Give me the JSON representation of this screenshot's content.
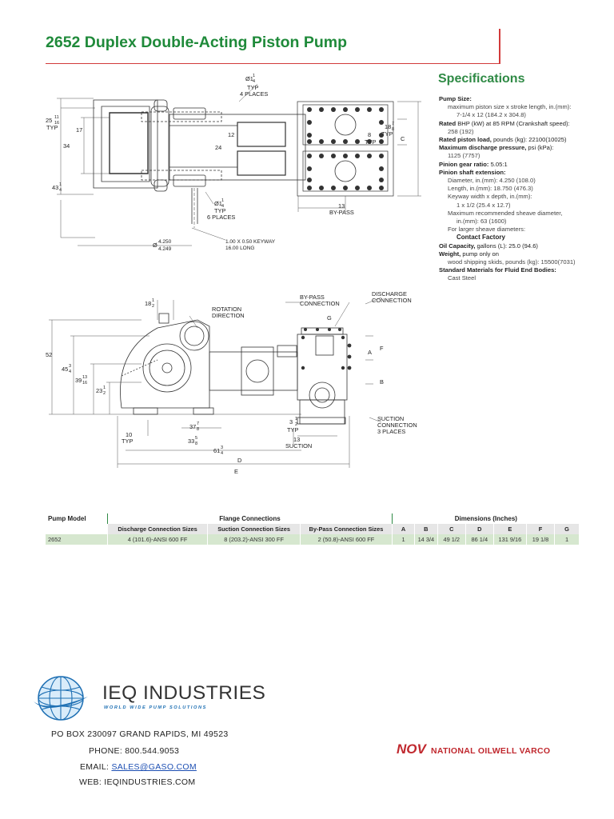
{
  "title": "2652 Duplex Double-Acting Piston Pump",
  "colors": {
    "title_green": "#1f8a3a",
    "rule_red": "#d23a3a",
    "row_green": "#d6e7cf",
    "nov_red": "#c0282e",
    "logo_blue": "#1d6fb3"
  },
  "specifications": {
    "heading": "Specifications",
    "pump_size_label": "Pump Size:",
    "pump_size_desc": "maximum piston size x stroke length, in.(mm):",
    "pump_size_value": "7-1/4 x 12 (184.2 x 304.8)",
    "rated_bhp_label": "Rated",
    "rated_bhp_desc": " BHP (kW) at 85 RPM (Crankshaft speed):",
    "rated_bhp_value": "258 (192)",
    "piston_load_label": "Rated piston load,",
    "piston_load_desc": " pounds (kg): 22100(10025)",
    "discharge_label": "Maximum discharge pressure,",
    "discharge_desc": " psi (kPa):",
    "discharge_value": "1125 (7757)",
    "gear_ratio_label": "Pinion gear ratio:",
    "gear_ratio_value": " 5.05:1",
    "shaft_label": "Pinion shaft extension:",
    "shaft_diameter": "Diameter, in.(mm): 4.250 (108.0)",
    "shaft_length": "Length, in.(mm): 18.750 (476.3)",
    "keyway_desc": "Keyway width x depth, in.(mm):",
    "keyway_value": "1 x 1/2 (25.4 x 12.7)",
    "sheave_desc": "Maximum recommended sheave diameter,",
    "sheave_value": "in.(mm): 63 (1600)",
    "larger_sheave": "For larger sheave diameters:",
    "contact": "Contact Factory",
    "oil_label": "Oil Capacity,",
    "oil_desc": " gallons (L): 25.0 (94.6)",
    "weight_label": "Weight,",
    "weight_desc": " pump only on",
    "weight_value": "wood shipping skids, pounds (kg): 15500(7031)",
    "materials_label": "Standard Materials for Fluid End Bodies:",
    "materials_value": "Cast Steel"
  },
  "top_view": {
    "dim_25": "25",
    "dim_25_num": "11",
    "dim_25_den": "16",
    "typ": "TYP",
    "dim_17": "17",
    "dim_34": "34",
    "dim_12": "12",
    "dim_24": "24",
    "dim_43": "43",
    "dim_43_num": "1",
    "dim_43_den": "4",
    "bolt_top": "Ø1",
    "bolt_top_num": "1",
    "bolt_top_den": "4",
    "bolt_top_typ": "TYP",
    "bolt_top_places": "4 PLACES",
    "bolt_bot": "Ø1",
    "bolt_bot_num": "1",
    "bolt_bot_den": "4",
    "bolt_bot_typ": "TYP",
    "bolt_bot_places": "6 PLACES",
    "shaft_dia": "Ø",
    "shaft_dia_1": "4.250",
    "shaft_dia_2": "4.249",
    "keyway_1": "1.00 X 0.50 KEYWAY",
    "keyway_2": "16.00 LONG",
    "dim_18": "18",
    "dim_18_num": "7",
    "dim_18_den": "8",
    "dim_18_typ": "TYP",
    "dim_8": "8",
    "dim_8_typ": "TYP",
    "dim_C": "C",
    "bypass_dim": "13",
    "bypass_label": "BY-PASS"
  },
  "side_view": {
    "dim_18": "18",
    "dim_18_num": "1",
    "dim_18_den": "2",
    "rotation_1": "ROTATION",
    "rotation_2": "DIRECTION",
    "bypass_conn_1": "BY-PASS",
    "bypass_conn_2": "CONNECTION",
    "discharge_conn_1": "DISCHARGE",
    "discharge_conn_2": "CONNECTION",
    "dim_G": "G",
    "dim_F": "F",
    "dim_A": "A",
    "dim_B": "B",
    "dim_52": "52",
    "dim_45": "45",
    "dim_45_num": "3",
    "dim_45_den": "4",
    "dim_39": "39",
    "dim_39_num": "13",
    "dim_39_den": "16",
    "dim_23": "23",
    "dim_23_num": "1",
    "dim_23_den": "2",
    "dim_37": "37",
    "dim_37_num": "7",
    "dim_37_den": "8",
    "dim_33": "33",
    "dim_33_num": "5",
    "dim_33_den": "8",
    "dim_10": "10",
    "dim_10_typ": "TYP",
    "dim_61": "61",
    "dim_61_num": "3",
    "dim_61_den": "4",
    "dim_3": "3",
    "dim_3_num": "1",
    "dim_3_den": "2",
    "dim_3_typ": "TYP",
    "suction_dim": "13",
    "suction_label": "SUCTION",
    "suction_conn_1": "SUCTION",
    "suction_conn_2": "CONNECTION",
    "suction_conn_3": "3 PLACES",
    "dim_D": "D",
    "dim_E": "E"
  },
  "table": {
    "pump_model_header": "Pump Model",
    "flange_header": "Flange Connections",
    "dims_header": "Dimensions (Inches)",
    "columns": [
      "Discharge Connection Sizes",
      "Suction Connection Sizes",
      "By-Pass Connection Sizes",
      "A",
      "B",
      "C",
      "D",
      "E",
      "F",
      "G"
    ],
    "rows": [
      {
        "model": "2652",
        "cells": [
          "4 (101.6)-ANSI 600 FF",
          "8 (203.2)-ANSI 300 FF",
          "2 (50.8)-ANSI 600 FF",
          "1",
          "14 3/4",
          "49 1/2",
          "86 1/4",
          "131 9/16",
          "19 1/8",
          "1"
        ]
      }
    ]
  },
  "footer": {
    "company": "IEQ INDUSTRIES",
    "tagline": "WORLD WIDE PUMP SOLUTIONS",
    "address": "PO BOX 230097 GRAND RAPIDS, MI 49523",
    "phone": "PHONE: 800.544.9053",
    "email_label": "EMAIL: ",
    "email_value": "SALES@GASO.COM",
    "web": "WEB: IEQINDUSTRIES.COM",
    "nov_logo": "NOV",
    "nov_name": "NATIONAL OILWELL VARCO"
  }
}
